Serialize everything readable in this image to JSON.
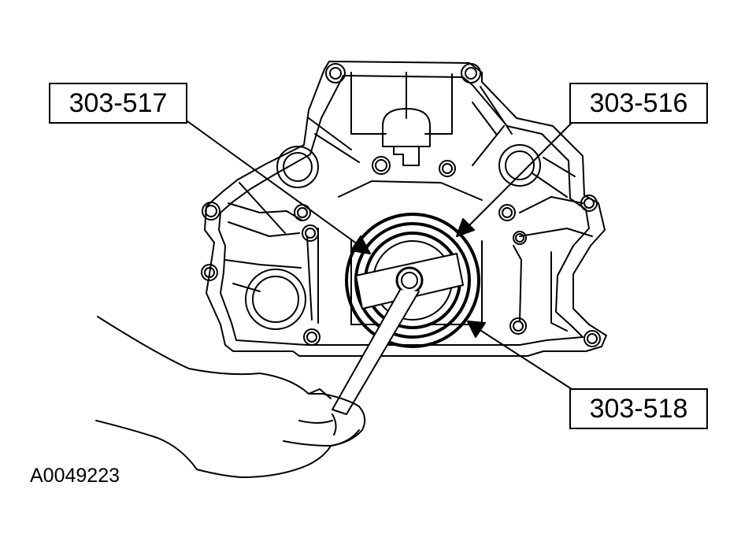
{
  "labels": {
    "tool_517": "303-517",
    "tool_516": "303-516",
    "tool_518": "303-518"
  },
  "figure_id": "A0049223"
}
